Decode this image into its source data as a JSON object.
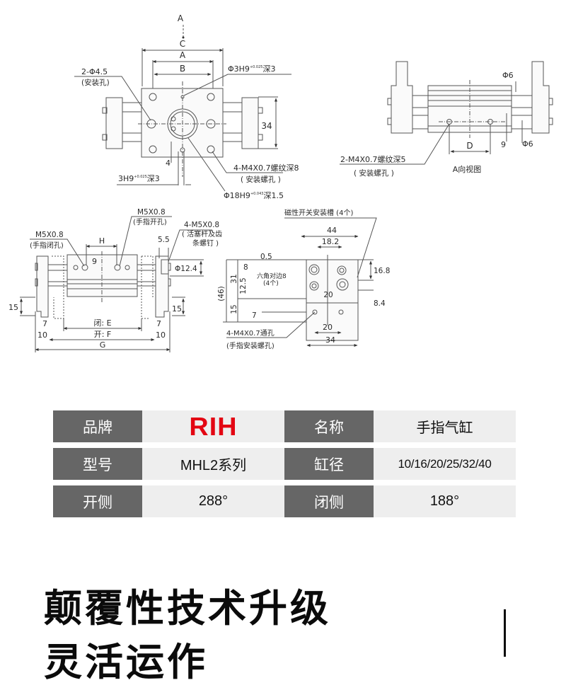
{
  "drawing": {
    "top_view": {
      "view_marker": "A",
      "dim_c": "C",
      "dim_a": "A",
      "dim_b": "B",
      "mount_hole_label": "2-Φ4.5",
      "mount_hole_note": "(安装孔)",
      "pin_hole_label": "Φ3H9",
      "pin_hole_tol": "+0.025",
      "pin_hole_tol_low": "0",
      "pin_hole_depth": "深3",
      "height_34": "34",
      "dim_4": "4",
      "slot_label": "3H9",
      "slot_tol": "+0.025",
      "slot_tol_low": "0",
      "slot_depth": "深3",
      "thread_label": "4-M4X0.7螺纹深8",
      "thread_note": "( 安装螺孔 )",
      "bore_label": "Φ18H9",
      "bore_tol": "+0.043",
      "bore_tol_low": "0",
      "bore_depth": "深1.5"
    },
    "side_view_a": {
      "phi6_top": "Φ6",
      "phi6_bottom": "Φ6",
      "dim_9": "9",
      "dim_d": "D",
      "thread_label": "2-M4X0.7螺纹深5",
      "thread_note": "( 安装螺孔 )",
      "caption": "A向视图"
    },
    "front_view": {
      "close_port_label": "M5X0.8",
      "close_port_note": "(手指闭孔)",
      "open_port_label": "M5X0.8",
      "open_port_note": "(手指开孔)",
      "rod_screw_label": "4-M5X0.8",
      "rod_screw_note1": "( 活塞杆及齿",
      "rod_screw_note2": "条螺钉 )",
      "dim_h": "H",
      "dim_9": "9",
      "dim_55": "5.5",
      "dim_phi124": "Φ12.4",
      "dim_15_left": "15",
      "dim_15_right": "15",
      "dim_7_left": "7",
      "dim_7_right": "7",
      "dim_10_left": "10",
      "dim_10_right": "10",
      "dim_e": "闭: E",
      "dim_f": "开: F",
      "dim_g": "G"
    },
    "end_view": {
      "switch_slot_label": "磁性开关安装槽 (4个)",
      "dim_44": "44",
      "dim_182": "18.2",
      "dim_05": "0.5",
      "dim_8": "8",
      "hex_label": "六角对边8",
      "hex_note": "(4个)",
      "dim_46": "(46)",
      "dim_31": "31",
      "dim_125": "12.5",
      "dim_15": "15",
      "dim_7": "7",
      "dim_20_mid": "20",
      "dim_20_low": "20",
      "dim_34": "34",
      "dim_168": "16.8",
      "dim_84": "8.4",
      "finger_thread_label": "4-M4X0.7通孔",
      "finger_thread_note": "(手指安装螺孔)"
    }
  },
  "spec_table": {
    "rows": [
      {
        "label1": "品牌",
        "value1": "RIH",
        "label2": "名称",
        "value2": "手指气缸"
      },
      {
        "label1": "型号",
        "value1": "MHL2系列",
        "label2": "缸径",
        "value2": "10/16/20/25/32/40"
      },
      {
        "label1": "开侧",
        "value1": "288°",
        "label2": "闭侧",
        "value2": "188°"
      }
    ],
    "brand_color": "#e30613",
    "label_bg": "#666666",
    "value_bg": "#eeeeee"
  },
  "headline": {
    "line1": "颠覆性技术升级",
    "line2": "灵活运作"
  }
}
